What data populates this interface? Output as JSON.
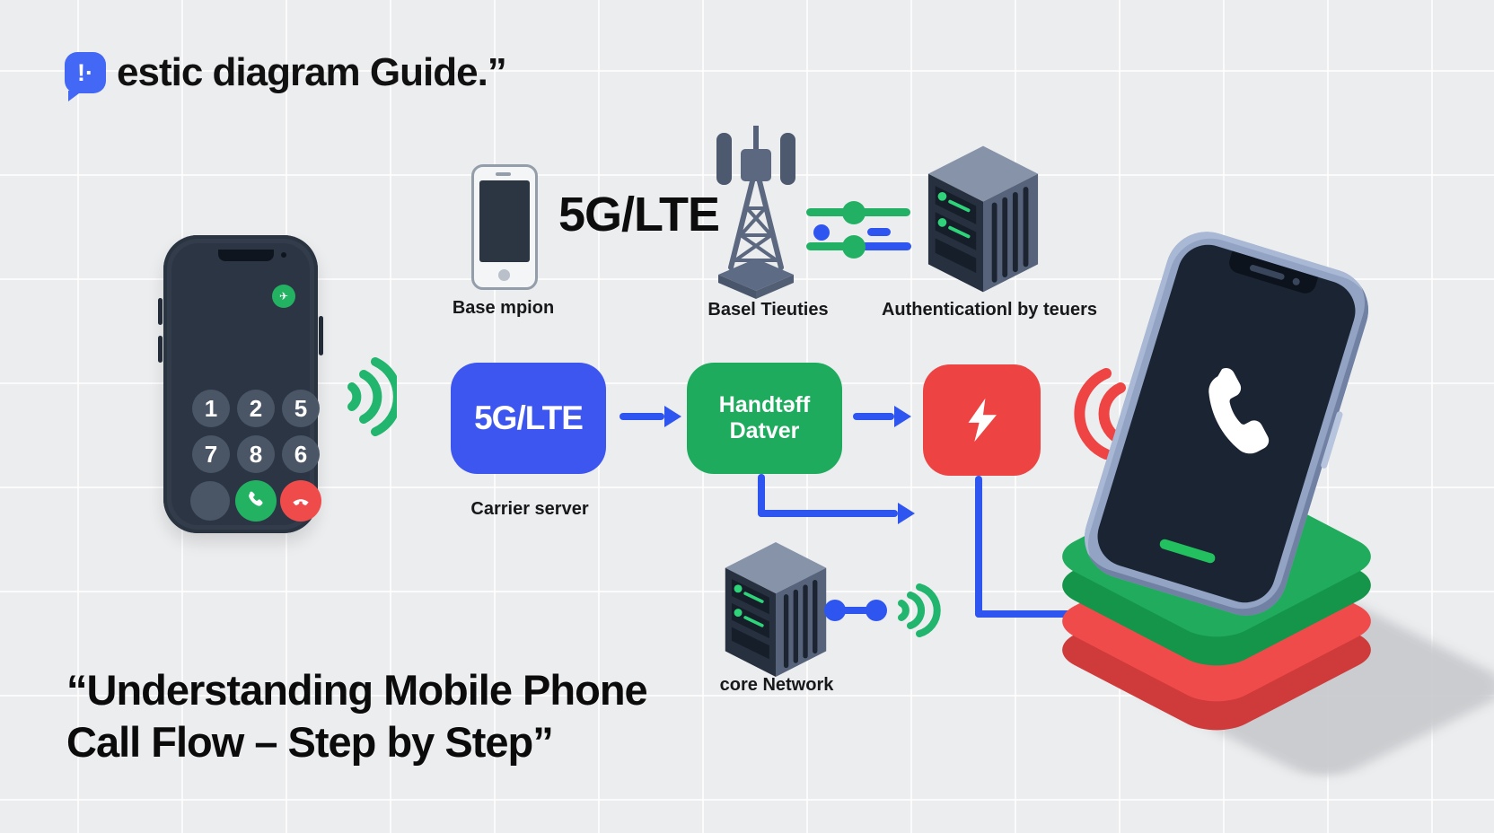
{
  "colors": {
    "accent_blue": "#3d56f0",
    "accent_green": "#1fab5e",
    "accent_red": "#ee4343",
    "slate": "#3c4759",
    "background": "#ecedef"
  },
  "header": {
    "icon_glyph": "!·",
    "title": "estic diagram Guide.”"
  },
  "caller_phone": {
    "keys": [
      "1",
      "2",
      "5",
      "7",
      "8",
      "6"
    ],
    "badge_glyph": "✈"
  },
  "top_row": {
    "handset_label": "Base mpion",
    "network_title": "5G/LTE",
    "tower_label": "Basel Tieuties",
    "auth_label": "Authenticationl by teuers"
  },
  "flow": {
    "carrier_box_label": "5G/LTE",
    "carrier_caption": "Carrier server",
    "handoff_line1": "Handtəff",
    "handoff_line2": "Datver",
    "core_caption": "core Network"
  },
  "footer": {
    "line1": "“Understanding Mobile Phone",
    "line2": "Call Flow – Step by Step”"
  }
}
